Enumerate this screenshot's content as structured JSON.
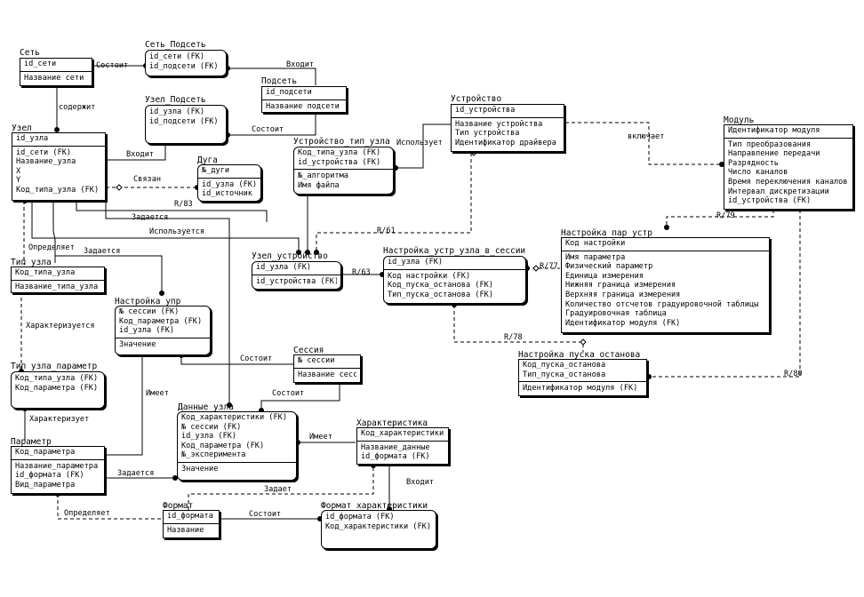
{
  "entities": {
    "set": {
      "title": "Сеть",
      "keys": [
        "id_сети"
      ],
      "attrs": [
        "Название сети"
      ]
    },
    "set_podset": {
      "title": "Сеть_Подсеть",
      "keys": [
        "id_сети (FK)",
        "id_подсети (FK)"
      ],
      "attrs": []
    },
    "podset": {
      "title": "Подсеть",
      "keys": [
        "id_подсети"
      ],
      "attrs": [
        "Название подсети"
      ]
    },
    "uzel_podset": {
      "title": "Узел_Подсеть",
      "keys": [
        "id_узла (FK)",
        "id_подсети (FK)"
      ],
      "attrs": []
    },
    "uzel": {
      "title": "Узел",
      "keys": [
        "id_узла"
      ],
      "attrs": [
        "id_сети (FK)",
        "Название_узла",
        "X",
        "Y",
        "Код_типа_узла (FK)"
      ]
    },
    "duga": {
      "title": "Дуга",
      "keys": [
        "№_дуги"
      ],
      "attrs": [
        "id_узла (FK)",
        "id_источник"
      ]
    },
    "ustr_tip_uzla": {
      "title": "Устройство_тип_узла",
      "keys": [
        "Код_типа_узла (FK)",
        "id_устройства (FK)"
      ],
      "attrs": [
        "№_алгоритма",
        "Имя файла"
      ]
    },
    "ustroistvo": {
      "title": "Устройство",
      "keys": [
        "id_устройства"
      ],
      "attrs": [
        "Название устройства",
        "Тип устройства",
        "Идентификатор драйвера"
      ]
    },
    "modul": {
      "title": "Модуль",
      "keys": [
        "Идентификатор модуля"
      ],
      "attrs": [
        "Тип преобразования",
        "Направление передачи",
        "Разрядность",
        "Число каналов",
        "Время переключения каналов",
        "Интервал дискретизации",
        "id_устройства (FK)"
      ]
    },
    "tip_uzla": {
      "title": "Тип узла",
      "keys": [
        "Код_типа_узла"
      ],
      "attrs": [
        "Название_типа_узла"
      ]
    },
    "uzel_ustr": {
      "title": "Узел_устройство",
      "keys": [
        "id_узла (FK)"
      ],
      "attrs": [
        "id_устройства (FK)"
      ]
    },
    "nastr_ustr_sess": {
      "title": "Настройка_устр_узла_в_сессии",
      "keys": [
        "id_узла (FK)"
      ],
      "attrs": [
        "Код настройки (FK)",
        "Код_пуска_останова (FK)",
        "Тип_пуска_останова (FK)"
      ]
    },
    "nastr_par_ustr": {
      "title": "Настройка_пар_устр",
      "keys": [
        "Код настройки"
      ],
      "attrs": [
        "Имя параметра",
        "Физический параметр",
        "Единица измерения",
        "Нижняя граница измерения",
        "Верхняя граница измерения",
        "Количество отсчетов градуировочной таблицы",
        "Градуировочная таблица",
        "Идентификатор модуля (FK)"
      ]
    },
    "nastr_upr": {
      "title": "Настройка_упр",
      "keys": [
        "№ сессии (FK)",
        "Код_параметра (FK)",
        "id_узла (FK)"
      ],
      "attrs": [
        "Значение"
      ]
    },
    "sessiya": {
      "title": "Сессия",
      "keys": [
        "№ сессии"
      ],
      "attrs": [
        "Название сессии"
      ]
    },
    "nastr_puska": {
      "title": "Настройка_пуска_останова",
      "keys": [
        "Код_пуска_останова",
        "Тип_пуска_останова"
      ],
      "attrs": [
        "Идентификатор модуля (FK)"
      ]
    },
    "tip_uzla_par": {
      "title": "Тип узла_параметр",
      "keys": [
        "Код_типа_узла (FK)",
        "Код_параметра (FK)"
      ],
      "attrs": []
    },
    "parametr": {
      "title": "Параметр",
      "keys": [
        "Код_параметра"
      ],
      "attrs": [
        "Название_параметра",
        "id_формата (FK)",
        "Вид_параметра"
      ]
    },
    "dannye_uzla": {
      "title": "Данные_узла",
      "keys": [
        "Код_характеристики (FK)",
        "№ сессии (FK)",
        "id_узла (FK)",
        "Код_параметра (FK)",
        "№_эксперимента"
      ],
      "attrs": [
        "Значение"
      ]
    },
    "harakteristika": {
      "title": "Характеристика",
      "keys": [
        "Код_характеристики"
      ],
      "attrs": [
        "Название_данные",
        "id_формата (FK)"
      ]
    },
    "format": {
      "title": "Формат",
      "keys": [
        "id_формата"
      ],
      "attrs": [
        "Название"
      ]
    },
    "format_har": {
      "title": "Формат характеристики",
      "keys": [
        "id_формата (FK)",
        "Код_характеристики (FK)"
      ],
      "attrs": []
    }
  },
  "relations": {
    "sostoit1": "Состоит",
    "vhodit1": "Входит",
    "soderzhit": "содержит",
    "vhodit2": "Входит",
    "sostoit2": "Состоит",
    "ispolzuet1": "Использует",
    "vkluchaet": "включает",
    "svyazan": "Связан",
    "r83": "R/83",
    "zadaetsya1": "Задается",
    "ispolzuetsya": "Используется",
    "r61": "R/61",
    "r79": "R/79",
    "opredelyaet1": "Определяет",
    "zadaetsya2": "Задается",
    "r63": "R/63",
    "r77": "R/77",
    "harakterizuetsya": "Характеризуется",
    "r78": "R/78",
    "sostoit3": "Состоит",
    "sostoit4": "Состоит",
    "r80": "R/80",
    "imeet1": "Имеет",
    "harakterizuet": "Характеризует",
    "imeet2": "Имеет",
    "zadaetsya3": "Задается",
    "zadaet": "Задает",
    "vhodit3": "Входит",
    "opredelyaet2": "Определяет",
    "sostoit5": "Состоит"
  }
}
